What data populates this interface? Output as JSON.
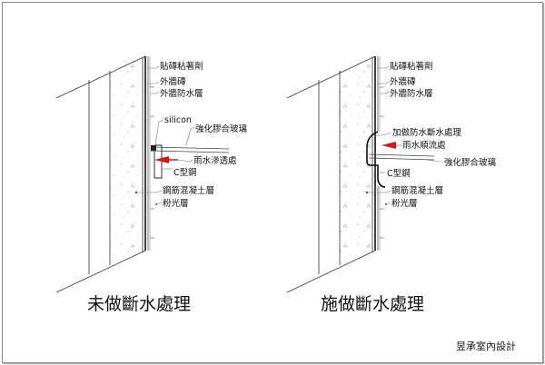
{
  "left_diagram": {
    "caption": "未做斷水處理",
    "labels": {
      "tile_adhesive": "貼磚粘著劑",
      "exterior_tile": "外牆磚",
      "exterior_waterproof": "外牆防水層",
      "silicon": "silicon",
      "laminated_glass": "強化膠合玻璃",
      "rain_seepage": "雨水滲透處",
      "c_steel": "C型鋼",
      "rc_layer": "鋼筋混凝土層",
      "plaster": "粉光層"
    }
  },
  "right_diagram": {
    "caption": "施做斷水處理",
    "labels": {
      "tile_adhesive": "貼磚粘著劑",
      "exterior_tile": "外牆磚",
      "exterior_waterproof": "外牆防水層",
      "added_waterproof": "加做防水斷水處理",
      "rain_flow": "雨水順流處",
      "laminated_glass": "強化膠合玻璃",
      "c_steel": "C型鋼",
      "rc_layer": "鋼筋混凝土層",
      "plaster": "粉光層"
    }
  },
  "brand": "昱承室內設計",
  "colors": {
    "arrow": "#d01818",
    "line": "#222222",
    "dim_line": "#777777"
  }
}
